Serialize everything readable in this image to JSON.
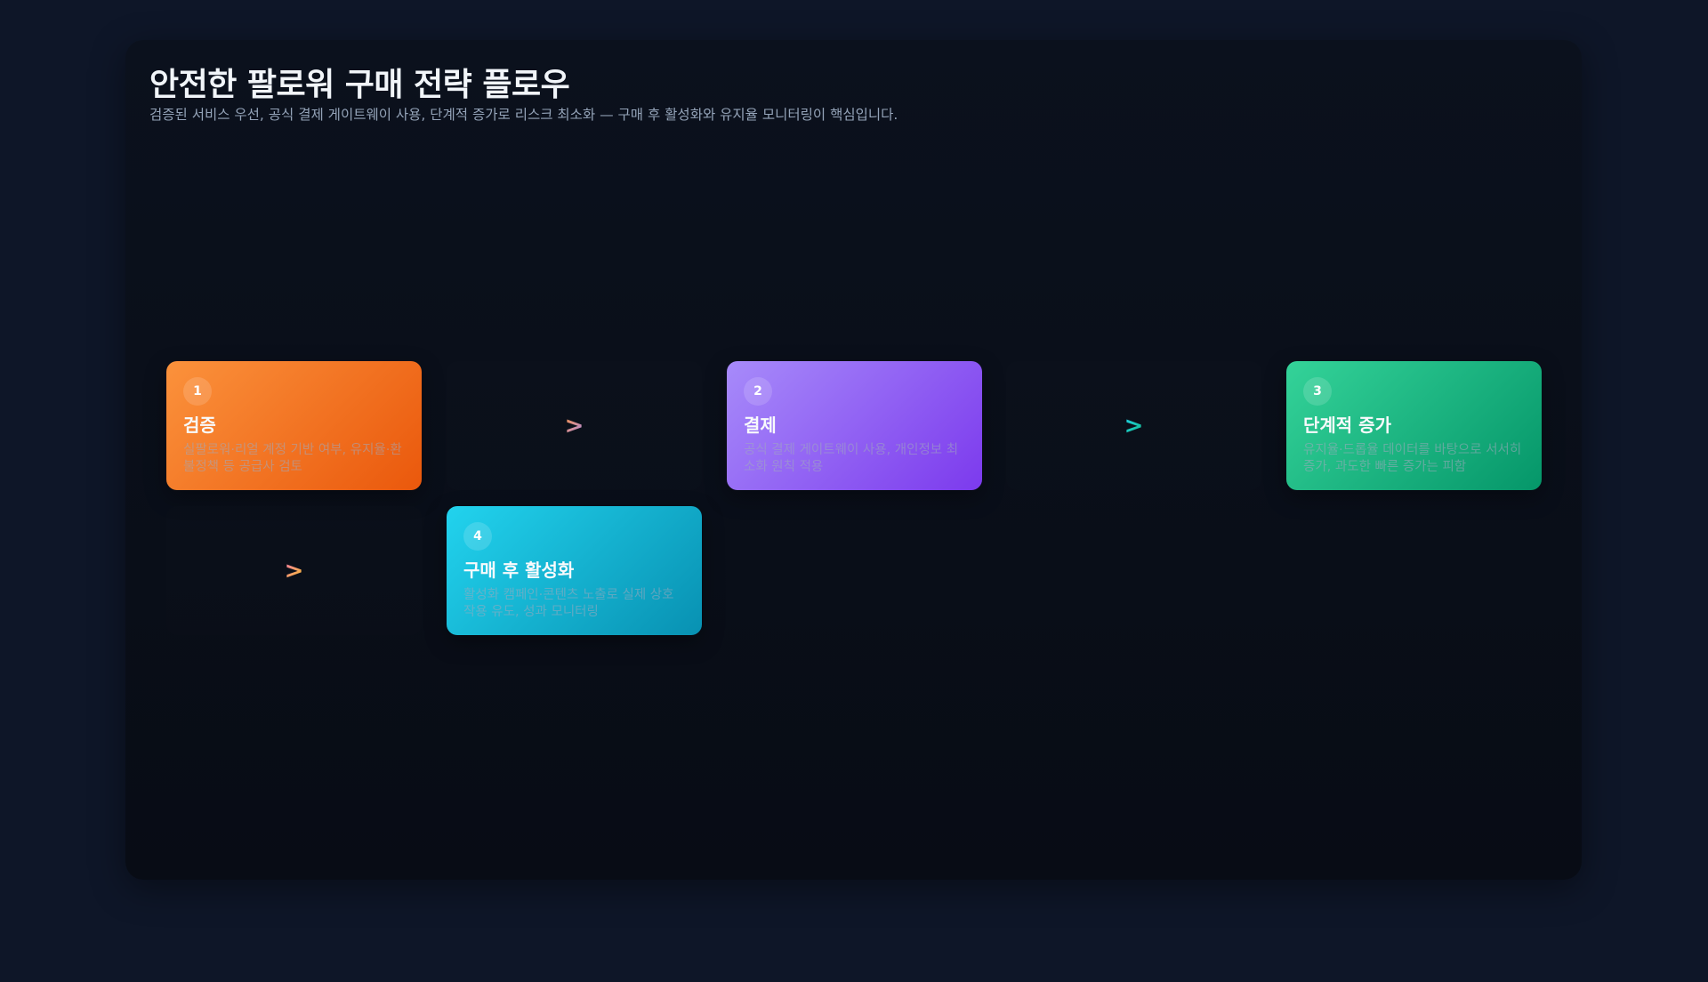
{
  "header": {
    "title": "안전한 팔로워 구매 전략 플로우",
    "subtitle": "검증된 서비스 우선, 공식 결제 게이트웨이 사용, 단계적 증가로 리스크 최소화 — 구매 후 활성화와 유지율 모니터링이 핵심입니다."
  },
  "steps": [
    {
      "number": "1",
      "title": "검증",
      "desc": "실팔로워·리얼 계정 기반 여부, 유지율·환불정책 등 공급사 검토",
      "color_from": "#fb923c",
      "color_to": "#ea580c"
    },
    {
      "number": "2",
      "title": "결제",
      "desc": "공식 결제 게이트웨이 사용, 개인정보 최소화 원칙 적용",
      "color_from": "#a78bfa",
      "color_to": "#7c3aed"
    },
    {
      "number": "3",
      "title": "단계적 증가",
      "desc": "유지율·드롭율 데이터를 바탕으로 서서히 증가, 과도한 빠른 증가는 피함",
      "color_from": "#34d399",
      "color_to": "#059669"
    },
    {
      "number": "4",
      "title": "구매 후 활성화",
      "desc": "활성화 캠페인·콘텐츠 노출로 실제 상호작용 유도, 성과 모니터링",
      "color_from": "#22d3ee",
      "color_to": "#0891b2"
    }
  ],
  "arrows": [
    {
      "glyph": ">",
      "icon": "chevron-right-icon"
    },
    {
      "glyph": ">",
      "icon": "chevron-right-icon"
    },
    {
      "glyph": ">",
      "icon": "chevron-right-icon"
    }
  ]
}
